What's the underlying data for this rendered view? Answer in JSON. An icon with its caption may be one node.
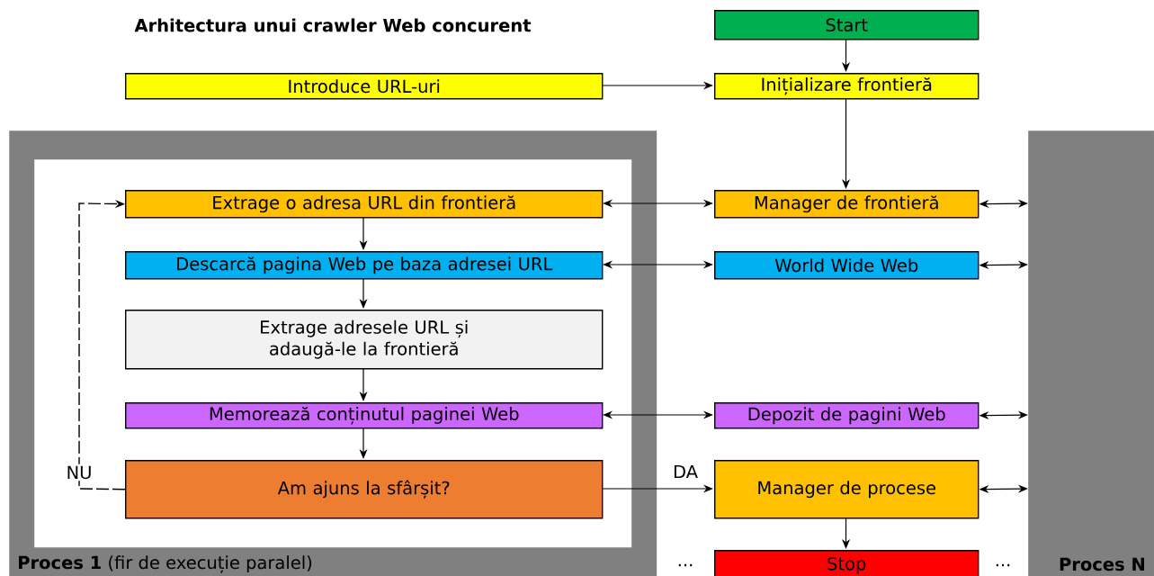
{
  "diagram": {
    "title": "Arhitectura unui crawler Web concurent",
    "nodes": [
      {
        "text": [
          "Start"
        ]
      },
      {
        "text": [
          "Introduce URL-uri"
        ]
      },
      {
        "text": [
          "Inițializare frontieră"
        ]
      },
      {
        "text": [
          "**Proces 1** (fir de execuție paralel)"
        ]
      },
      {
        "text": [],
        "shape": "box",
        "in": 3
      },
      {
        "text": [
          "Extrage o adresa URL din frontieră"
        ],
        "in": 4
      },
      {
        "text": [
          "Descarcă pagina Web pe baza adresei URL"
        ],
        "in": 4
      },
      {
        "text": [
          "Extrage adresele URL și adaugă-le la frontieră"
        ],
        "in": 4
      },
      {
        "text": [
          "Memorează conținutul paginei Web"
        ],
        "in": 4
      },
      {
        "text": [
          "Am ajuns la sfârșit?"
        ],
        "in": 4
      },
      {
        "text": [
          "Manager de frontieră"
        ]
      },
      {
        "text": [
          "World Wide Web"
        ]
      },
      {
        "text": [
          "Depozit de pagini Web"
        ]
      },
      {
        "text": [
          "Manager de procese"
        ]
      },
      {
        "text": [
          "Stop"
        ]
      },
      {
        "text": [
          "Proces N"
        ]
      }
    ],
    "edges": [
      {
        "from": 0,
        "to": 2,
        "arrow": "to"
      },
      {
        "from": 1,
        "to": 2,
        "arrow": "to"
      },
      {
        "from": 2,
        "to": 10,
        "arrow": "to"
      },
      {
        "from": 5,
        "to": 6,
        "arrow": "to"
      },
      {
        "from": 6,
        "to": 7,
        "arrow": "to"
      },
      {
        "from": 7,
        "to": 8,
        "arrow": "to"
      },
      {
        "from": 8,
        "to": 9,
        "arrow": "to"
      },
      {
        "from": 9,
        "to": 5,
        "arrow": "to",
        "label": "NU",
        "style": "dashed"
      },
      {
        "from": 9,
        "to": 13,
        "arrow": "to",
        "label": "DA"
      },
      {
        "from": 5,
        "to": 10,
        "arrow": "both"
      },
      {
        "from": 6,
        "to": 11,
        "arrow": "both"
      },
      {
        "from": 8,
        "to": 12,
        "arrow": "both"
      },
      {
        "from": 13,
        "to": 14,
        "arrow": "to"
      },
      {
        "from": 10,
        "to": 15,
        "arrow": "both"
      },
      {
        "from": 11,
        "to": 15,
        "arrow": "both"
      },
      {
        "from": 12,
        "to": 15,
        "arrow": "both"
      },
      {
        "from": 13,
        "to": 15,
        "arrow": "both"
      }
    ],
    "labels": [
      "...",
      "..."
    ]
  }
}
